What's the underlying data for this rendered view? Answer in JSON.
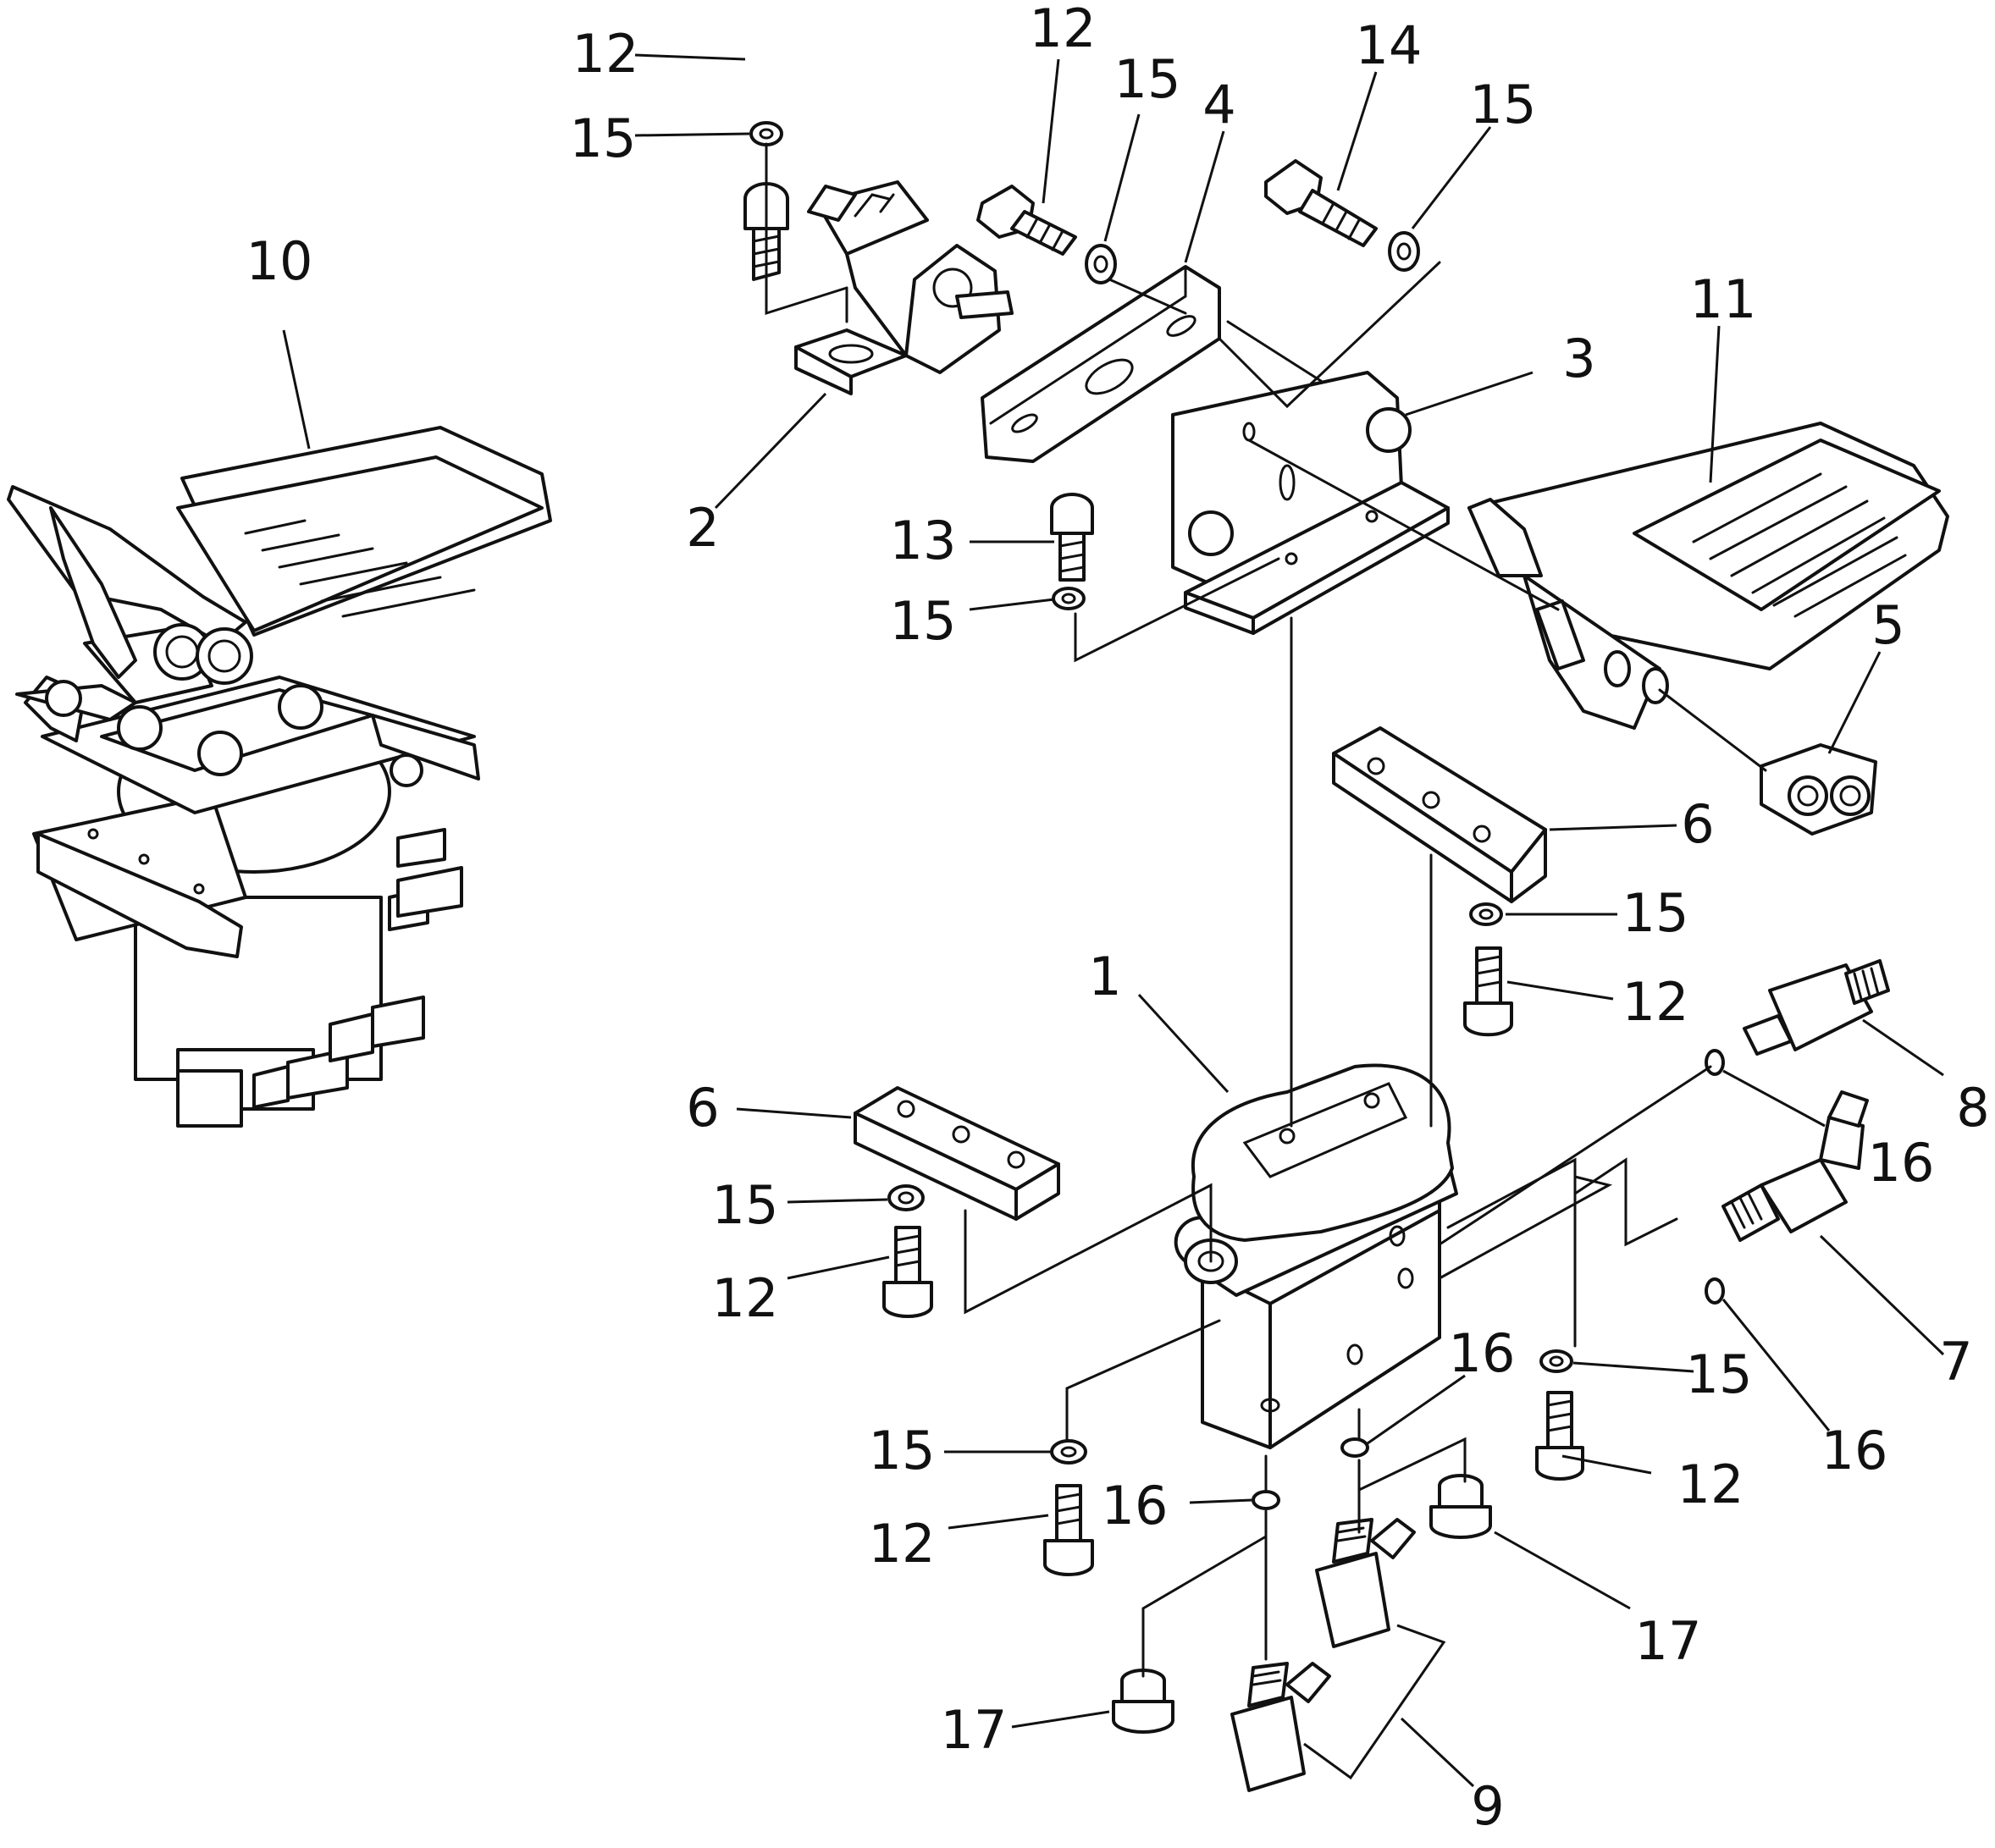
{
  "diagram": {
    "callouts": {
      "c10": "10",
      "c12_top": "12",
      "c15_top": "15",
      "c12_b": "12",
      "c15_b": "15",
      "c4": "4",
      "c14": "14",
      "c15_c": "15",
      "c11": "11",
      "c3": "3",
      "c2": "2",
      "c13": "13",
      "c15_d": "15",
      "c5": "5",
      "c6_r": "6",
      "c15_e": "15",
      "c12_e": "12",
      "c1": "1",
      "c8": "8",
      "c6_l": "6",
      "c16_a": "16",
      "c15_f": "15",
      "c12_f": "12",
      "c7": "7",
      "c16_b": "16",
      "c15_g": "15",
      "c16_c": "16",
      "c15_h": "15",
      "c12_g": "12",
      "c16_d": "16",
      "c12_h": "12",
      "c17_a": "17",
      "c17_b": "17",
      "c9": "9"
    }
  }
}
